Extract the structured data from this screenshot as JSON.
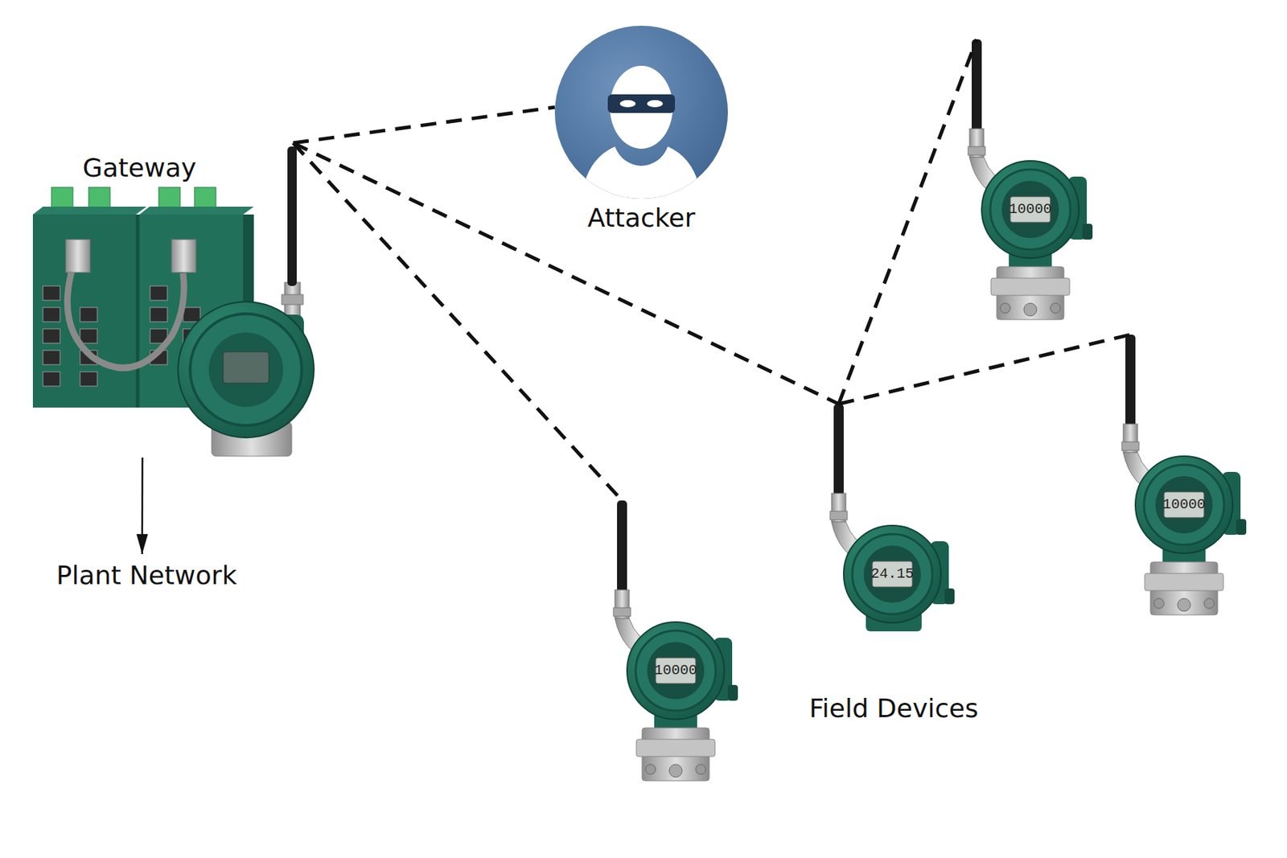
{
  "diagram": {
    "nodes": [
      {
        "text": [
          "Gateway"
        ]
      },
      {
        "text": [
          "Attacker"
        ]
      },
      {
        "text": [
          "Plant Network"
        ]
      },
      {
        "text": [
          "10000"
        ]
      },
      {
        "text": [
          "24.15"
        ]
      },
      {
        "text": [
          "10000"
        ]
      },
      {
        "text": [
          "10000"
        ]
      }
    ],
    "edges": [
      {
        "from": 0,
        "to": 1,
        "arrow": "none"
      },
      {
        "from": 0,
        "to": 4,
        "arrow": "none"
      },
      {
        "from": 0,
        "to": 6,
        "arrow": "none"
      },
      {
        "from": 4,
        "to": 3,
        "arrow": "none"
      },
      {
        "from": 4,
        "to": 5,
        "arrow": "none"
      },
      {
        "from": 0,
        "to": 2,
        "arrow": "to"
      }
    ],
    "labels": [
      "Field Devices"
    ]
  }
}
